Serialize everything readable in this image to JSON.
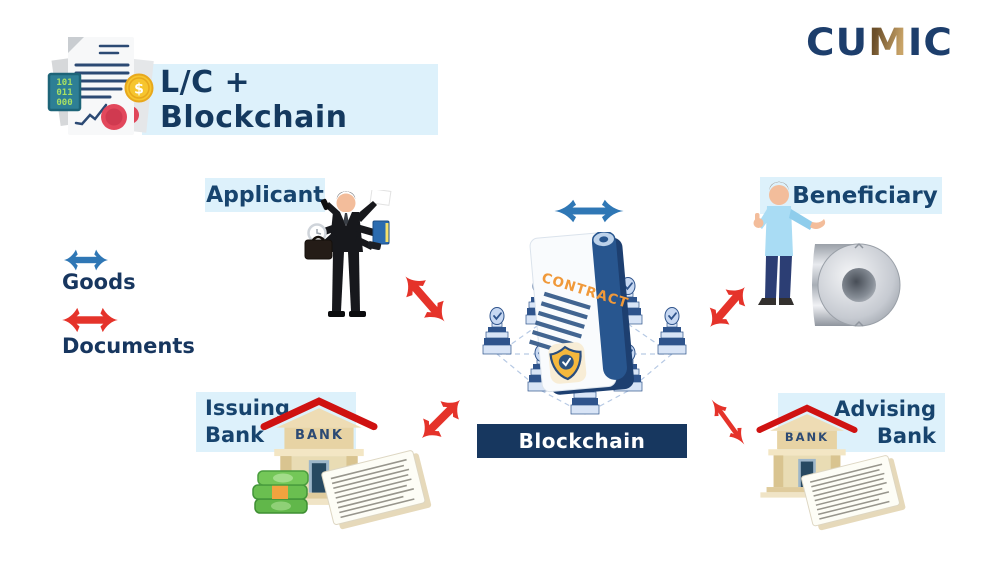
{
  "header": {
    "title": "L/C + Blockchain",
    "binary_lines": [
      "101",
      "011",
      "000"
    ],
    "coin_symbol": "$"
  },
  "logo": {
    "cu": "CU",
    "m": "M",
    "ic": "IC"
  },
  "legend": {
    "goods": {
      "label": "Goods",
      "color": "#2f77b5"
    },
    "documents": {
      "label": "Documents",
      "color": "#e5332a"
    }
  },
  "entities": {
    "applicant": {
      "label": "Applicant"
    },
    "beneficiary": {
      "label": "Beneficiary"
    },
    "issuing_bank": {
      "label_line1": "Issuing",
      "label_line2": "Bank",
      "building_sign": "BANK"
    },
    "advising_bank": {
      "label_line1": "Advising",
      "label_line2": "Bank",
      "building_sign": "BANK"
    },
    "blockchain": {
      "label": "Blockchain",
      "contract_title": "CONTRACT"
    }
  },
  "colors": {
    "navy_text": "#17446e",
    "banner_navy": "#17375f",
    "label_bg": "#ddf1fb",
    "arrow_blue": "#2f77b5",
    "arrow_red": "#e5332a",
    "logo_gold": "#a9844a",
    "roof_red": "#cf1211"
  }
}
